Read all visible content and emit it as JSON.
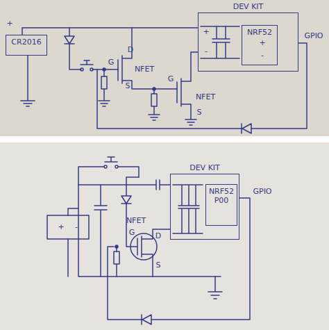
{
  "diagram": {
    "nodes": [
      {
        "text": [
          "CR2016"
        ]
      },
      {
        "text": [
          "DEV KIT"
        ]
      },
      {
        "text": [
          "NRF52"
        ],
        "in": 1
      },
      {
        "text": [
          "DEV KIT"
        ]
      },
      {
        "text": [
          "NRF52",
          "P00"
        ],
        "in": 3
      }
    ],
    "edges": [
      {
        "from": 0,
        "to": 1,
        "arrow": "none"
      }
    ],
    "labels": [
      "+",
      "+",
      "-",
      "+",
      "-",
      "GPIO",
      "G",
      "D",
      "NFET",
      "S",
      "G",
      "NFET",
      "S",
      "+",
      "-",
      "NFET",
      "G",
      "D",
      "S",
      "GPIO"
    ]
  }
}
